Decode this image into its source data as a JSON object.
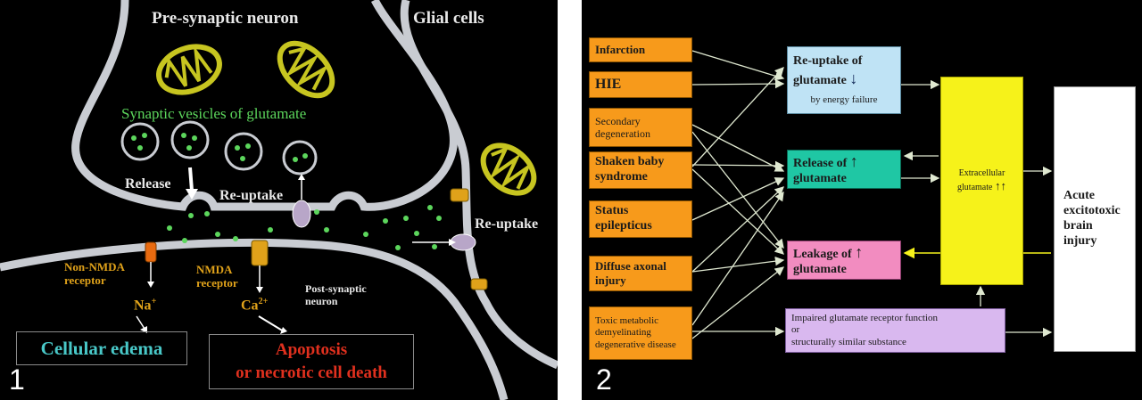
{
  "panel1": {
    "number": "1",
    "title_pre": "Pre-synaptic neuron",
    "title_glial": "Glial cells",
    "vesicles": "Synaptic vesicles of glutamate",
    "release": "Release",
    "reuptake_left": "Re-uptake",
    "reuptake_right": "Re-uptake",
    "nonnmda_1": "Non-NMDA",
    "nonnmda_2": "receptor",
    "nmda_1": "NMDA",
    "nmda_2": "receptor",
    "post_1": "Post-synaptic",
    "post_2": "neuron",
    "na": "Na",
    "na_sup": "+",
    "ca": "Ca",
    "ca_sup": "2+",
    "edema": "Cellular edema",
    "apoptosis_1": "Apoptosis",
    "apoptosis_2": "or necrotic cell death",
    "colors": {
      "membrane": "#c9ccd2",
      "mito": "#c7c520",
      "green": "#5cd65c",
      "receptor": "#e0a21a",
      "edema": "#49c8c8",
      "death": "#e0301e"
    }
  },
  "panel2": {
    "number": "2",
    "causes": [
      "Infarction",
      "HIE",
      "Secondary degeneration",
      "Shaken baby syndrome",
      "Status epilepticus",
      "Diffuse axonal injury",
      "Toxic metabolic demyelinating degenerative disease"
    ],
    "reuptake_1": "Re-uptake of",
    "reuptake_2": "glutamate",
    "reuptake_3": "by energy failure",
    "release_1": "Release of",
    "release_2": "glutamate",
    "leakage_1": "Leakage of",
    "leakage_2": "glutamate",
    "extracellular_1": "Extracellular",
    "extracellular_2": "glutamate",
    "impaired_1": "Impaired glutamate receptor function",
    "impaired_2": "or",
    "impaired_3": "structurally similar substance",
    "outcome": "Acute excitotoxic brain injury",
    "colors": {
      "cause": "#f79a1b",
      "reuptake": "#bfe3f5",
      "release": "#1fc7a4",
      "leakage": "#f28cc0",
      "extracellular": "#f6f21a",
      "impaired": "#d9b8ef",
      "outcome": "#ffffff"
    }
  }
}
